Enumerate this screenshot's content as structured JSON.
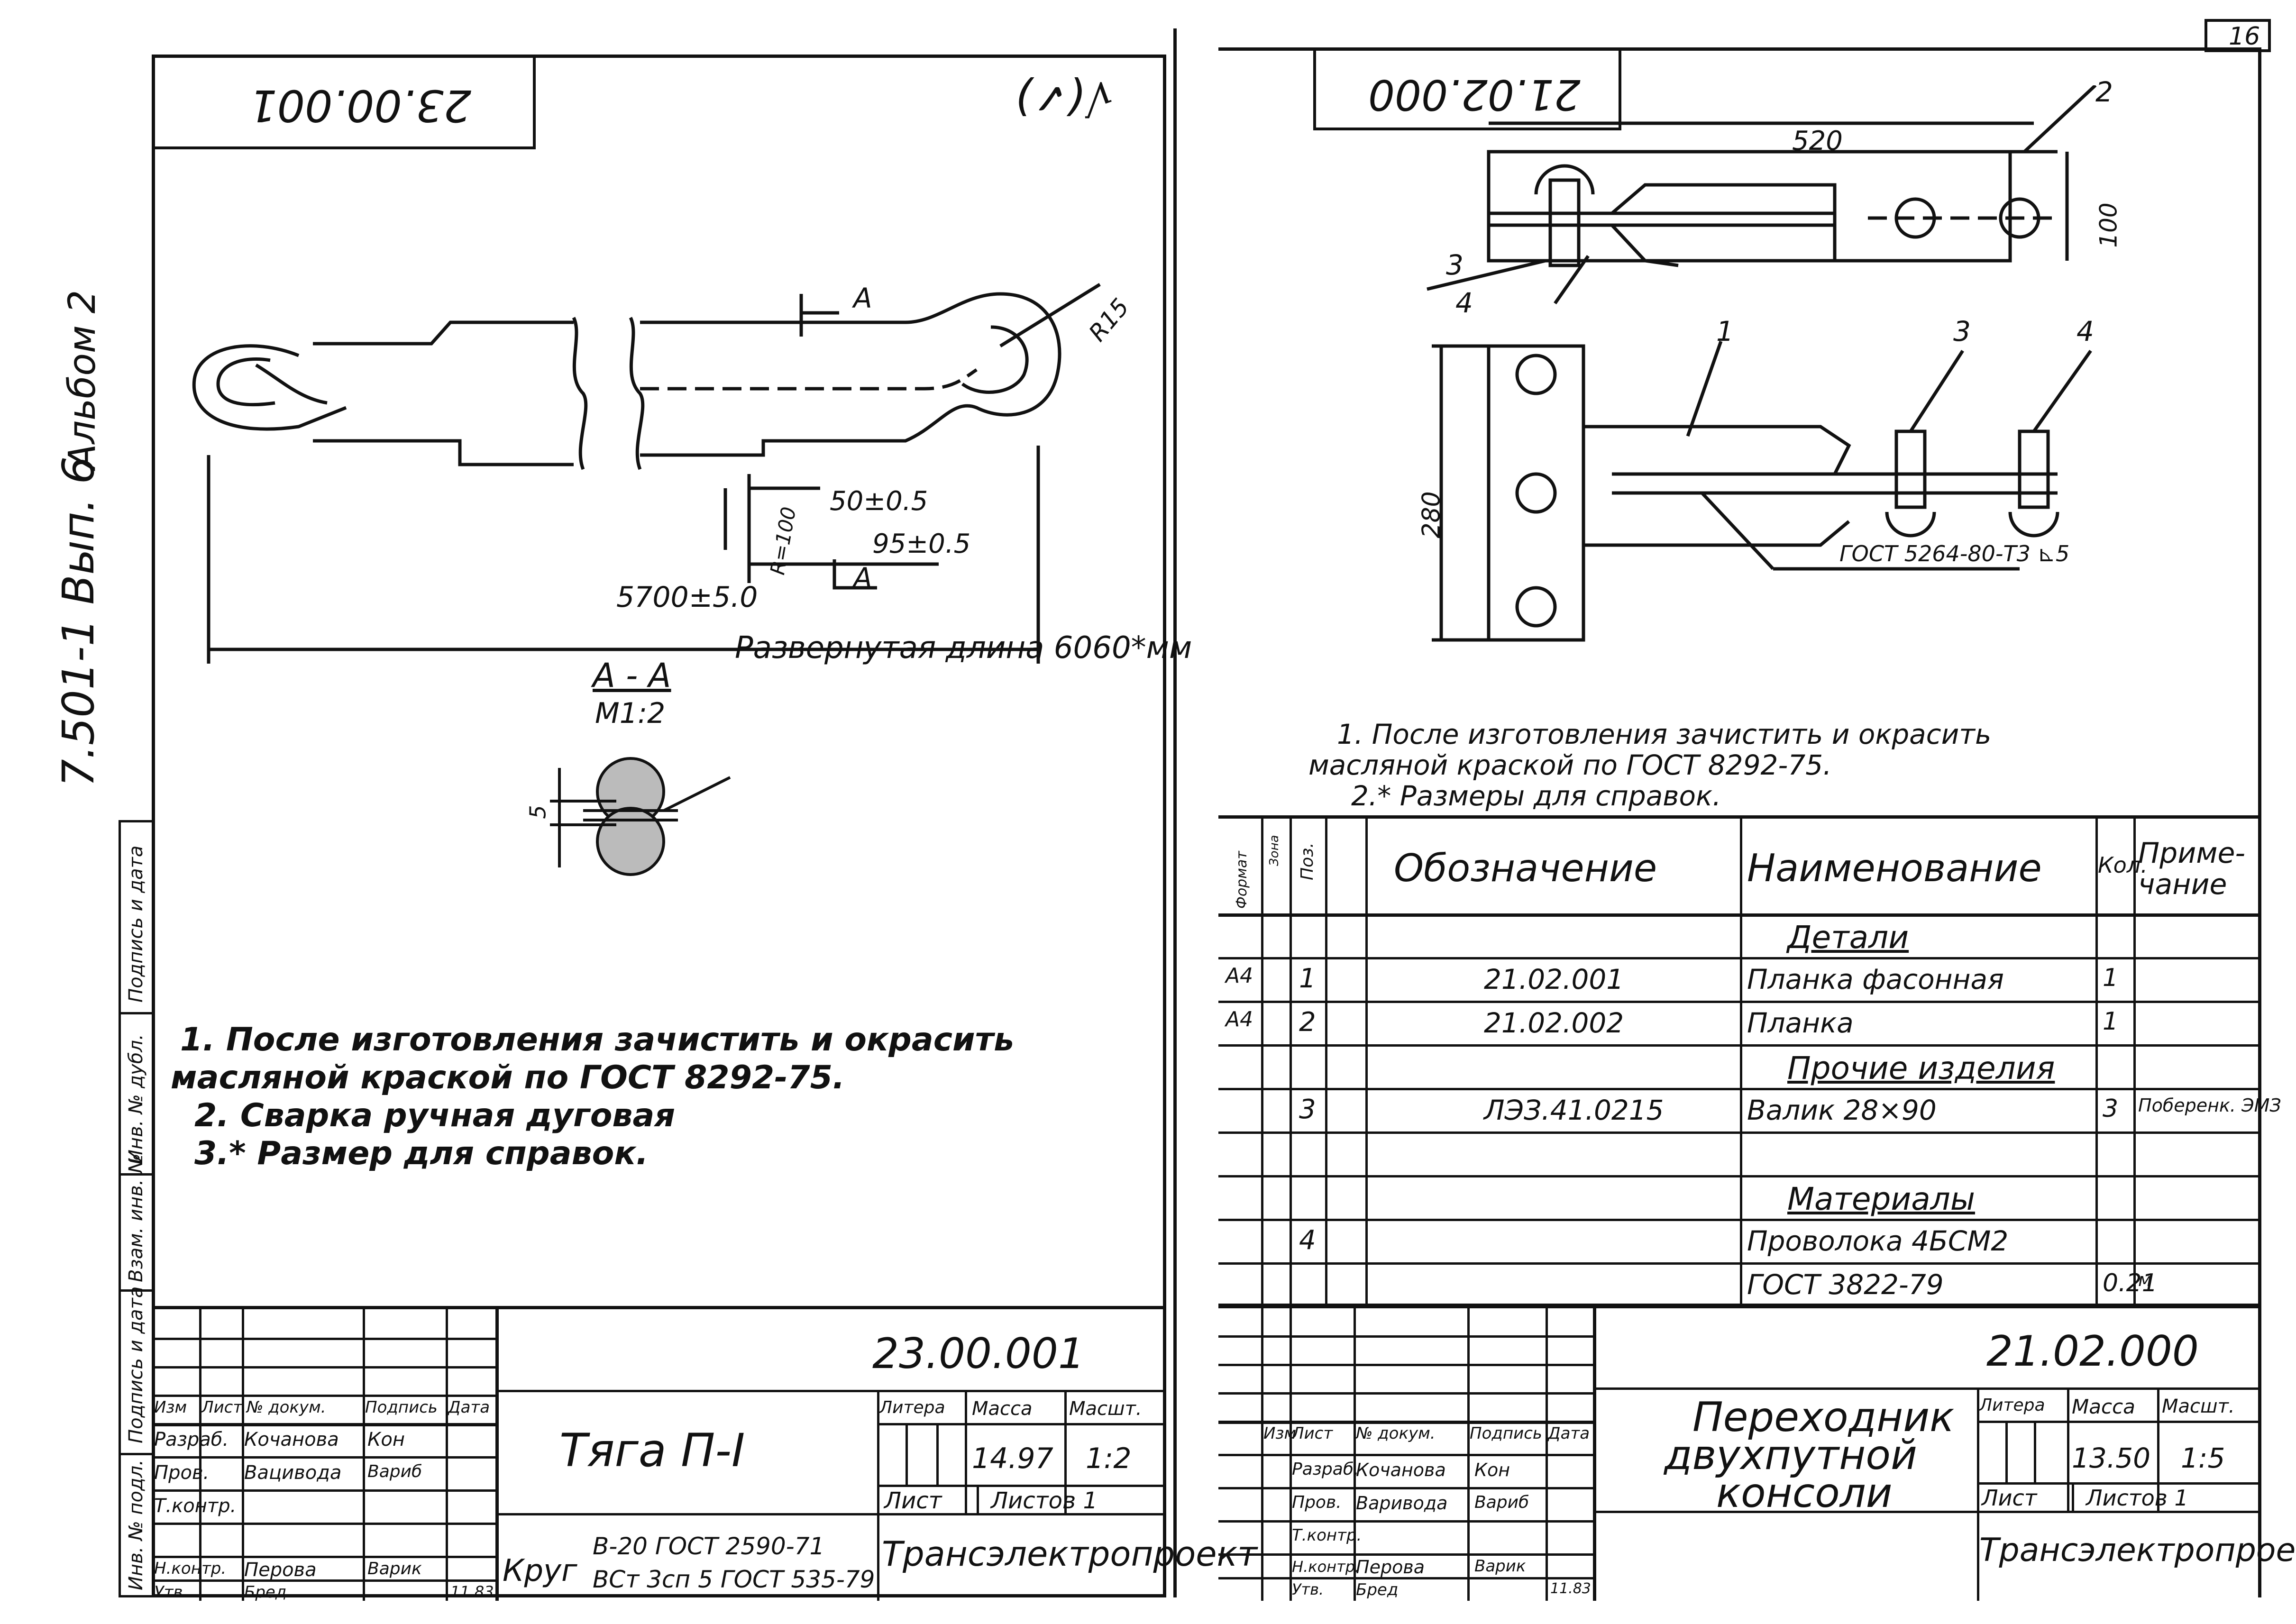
{
  "left_margin": {
    "series_label": "7.501-1 Вып. 6",
    "album_label": "Альбом 2",
    "side_stamp": [
      "Подпись и дата",
      "Инв. № дубл.",
      "Взам. инв. №",
      "Подпись и дата",
      "Инв. № подл."
    ]
  },
  "left_sheet": {
    "corner_number": "23.00.001",
    "roughness": "√(✓)",
    "drawing": {
      "radius": "R15",
      "bend_radius": "R=100",
      "section_mark": "А",
      "dim_50": "50±0.5",
      "dim_95": "95±0.5",
      "dim_5700": "5700±5.0",
      "developed_length": "Развернутая длина 6060*мм"
    },
    "section": {
      "title": "А - А",
      "scale": "М1:2",
      "dim": "5"
    },
    "notes": [
      "1. После изготовления зачистить и окрасить",
      "масляной краской по ГОСТ 8292-75.",
      "2. Сварка ручная дуговая",
      "3.* Размер для справок."
    ],
    "title_block": {
      "doc_number": "23.00.001",
      "name": "Тяга П-I",
      "material_line1": "Круг",
      "material_line2a": "В-20 ГОСТ 2590-71",
      "material_line2b": "ВСт 3сп 5 ГОСТ 535-79",
      "headers": {
        "izm": "Изм",
        "list": "Лист",
        "ndoc": "№ докум.",
        "sign": "Подпись",
        "date": "Дата"
      },
      "rows": [
        {
          "role": "Разраб.",
          "name": "Кочанова",
          "sign": "Кон"
        },
        {
          "role": "Пров.",
          "name": "Вацивода",
          "sign": "Вариб"
        },
        {
          "role": "Т.контр.",
          "name": "",
          "sign": ""
        },
        {
          "role": "Н.контр.",
          "name": "Перова",
          "sign": "Варик"
        },
        {
          "role": "Утв.",
          "name": "Бред",
          "sign": "",
          "date": "11.83"
        }
      ],
      "litera_label": "Литера",
      "mass_label": "Масса",
      "scale_label": "Масшт.",
      "mass": "14.97",
      "scale": "1:2",
      "sheet_label": "Лист",
      "sheets_label": "Листов 1",
      "org": "Трансэлектропроект"
    }
  },
  "right_sheet": {
    "page_number": "16",
    "corner_number": "21.02.000",
    "drawing": {
      "dim_520": "520",
      "dim_100": "100",
      "dim_280": "280",
      "pos_labels": [
        "1",
        "2",
        "3",
        "4"
      ],
      "weld": "ГОСТ 5264-80-Т3 ⊾5"
    },
    "notes": [
      "1. После изготовления зачистить и окрасить",
      "масляной краской по ГОСТ 8292-75.",
      "2.* Размеры для справок."
    ],
    "spec": {
      "headers": {
        "format": "Формат",
        "zone": "Зона",
        "pos": "Поз.",
        "designation": "Обозначение",
        "name": "Наименование",
        "qty": "Кол.",
        "note": "Приме-чание"
      },
      "rows": [
        {
          "format": "",
          "pos": "",
          "designation": "",
          "name": "Детали",
          "qty": "",
          "note": "",
          "heading": true
        },
        {
          "format": "А4",
          "pos": "1",
          "designation": "21.02.001",
          "name": "Планка фасонная",
          "qty": "1",
          "note": ""
        },
        {
          "format": "А4",
          "pos": "2",
          "designation": "21.02.002",
          "name": "Планка",
          "qty": "1",
          "note": ""
        },
        {
          "format": "",
          "pos": "",
          "designation": "",
          "name": "Прочие изделия",
          "qty": "",
          "note": "",
          "heading": true
        },
        {
          "format": "",
          "pos": "3",
          "designation": "ЛЭЗ.41.0215",
          "name": "Валик 28×90",
          "qty": "3",
          "note": "Поберенк. ЭМЗ"
        },
        {
          "format": "",
          "pos": "",
          "designation": "",
          "name": "",
          "qty": "",
          "note": ""
        },
        {
          "format": "",
          "pos": "",
          "designation": "",
          "name": "Материалы",
          "qty": "",
          "note": "",
          "heading": true
        },
        {
          "format": "",
          "pos": "4",
          "designation": "",
          "name": "Проволока 4БСМ2",
          "qty": "",
          "note": ""
        },
        {
          "format": "",
          "pos": "",
          "designation": "",
          "name": "ГОСТ 3822-79",
          "qty": "0.21",
          "note": "м"
        }
      ]
    },
    "title_block": {
      "doc_number": "21.02.000",
      "name_line1": "Переходник",
      "name_line2": "двухпутной",
      "name_line3": "консоли",
      "headers": {
        "izm": "Изм",
        "list": "Лист",
        "ndoc": "№ докум.",
        "sign": "Подпись",
        "date": "Дата"
      },
      "rows": [
        {
          "role": "Разраб.",
          "name": "Кочанова",
          "sign": "Кон"
        },
        {
          "role": "Пров.",
          "name": "Варивода",
          "sign": "Вариб"
        },
        {
          "role": "Т.контр.",
          "name": "",
          "sign": ""
        },
        {
          "role": "Н.контр.",
          "name": "Перова",
          "sign": "Варик"
        },
        {
          "role": "Утв.",
          "name": "Бред",
          "sign": "",
          "date": "11.83"
        }
      ],
      "litera_label": "Литера",
      "mass_label": "Масса",
      "scale_label": "Масшт.",
      "mass": "13.50",
      "scale": "1:5",
      "sheet_label": "Лист",
      "sheets_label": "Листов 1",
      "org": "Трансэлектропроект"
    }
  }
}
